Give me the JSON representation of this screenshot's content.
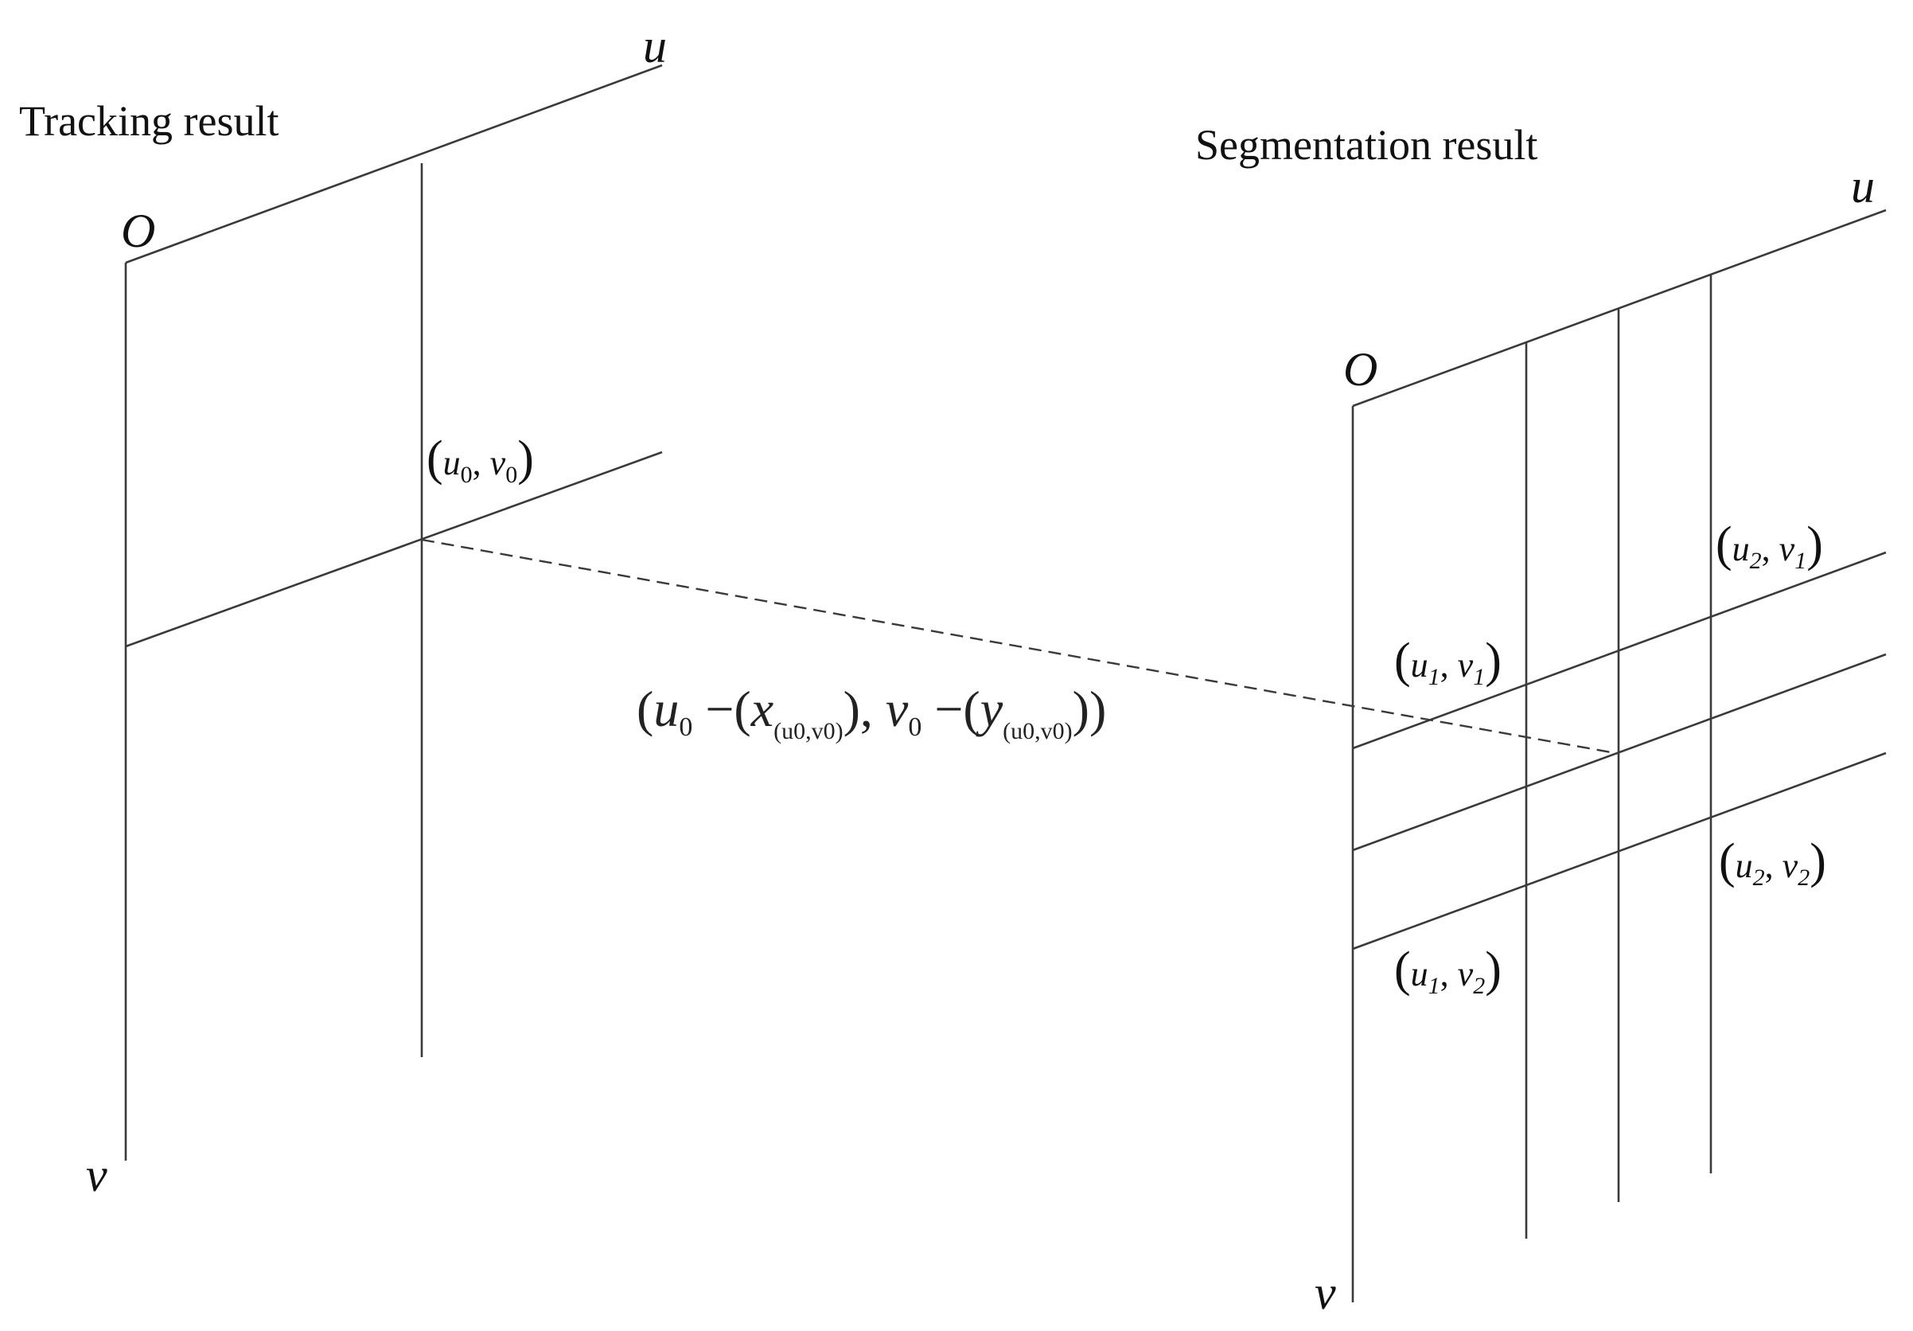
{
  "left_panel": {
    "title": "Tracking result",
    "axis_u": "u",
    "axis_v": "v",
    "origin": "O",
    "point": {
      "a": "u",
      "a_sub": "0",
      "b": "v",
      "b_sub": "0"
    }
  },
  "right_panel": {
    "title": "Segmentation result",
    "axis_u": "u",
    "axis_v": "v",
    "origin": "O",
    "points": [
      {
        "a": "u",
        "a_sub": "2",
        "b": "v",
        "b_sub": "1"
      },
      {
        "a": "u",
        "a_sub": "1",
        "b": "v",
        "b_sub": "1"
      },
      {
        "a": "u",
        "a_sub": "2",
        "b": "v",
        "b_sub": "2"
      },
      {
        "a": "u",
        "a_sub": "1",
        "b": "v",
        "b_sub": "2"
      }
    ]
  },
  "mapping_formula": {
    "u": "u",
    "u_sub": "0",
    "x": "x",
    "y": "y",
    "v": "v",
    "v_sub": "0",
    "inner": "(u0,v0)"
  }
}
